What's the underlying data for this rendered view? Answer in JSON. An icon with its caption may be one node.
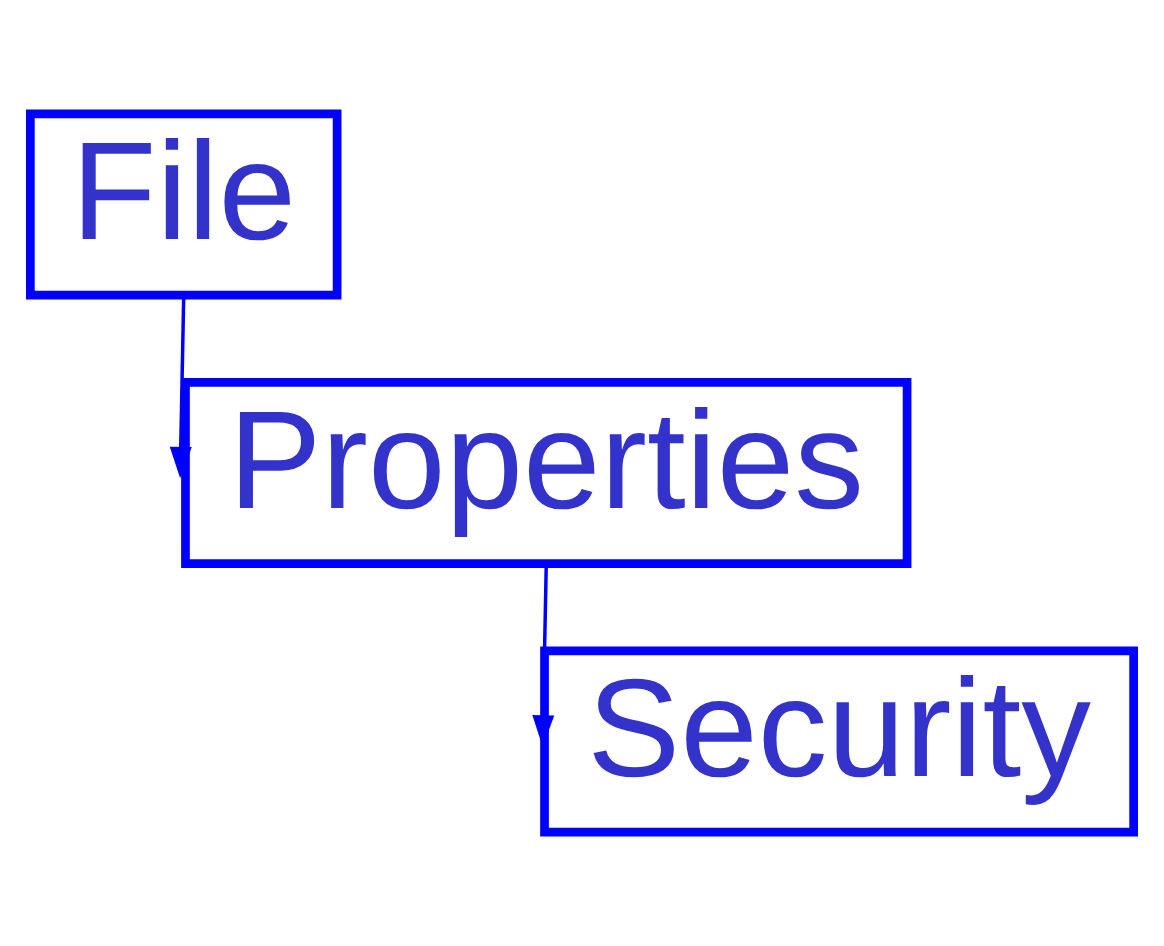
{
  "diagram": {
    "nodes": [
      {
        "text": [
          "File"
        ]
      },
      {
        "text": [
          "Properties"
        ]
      },
      {
        "text": [
          "Security"
        ]
      }
    ],
    "edges": [
      {
        "from": 0,
        "to": 1,
        "arrow": "to"
      },
      {
        "from": 1,
        "to": 2,
        "arrow": "to"
      }
    ]
  }
}
